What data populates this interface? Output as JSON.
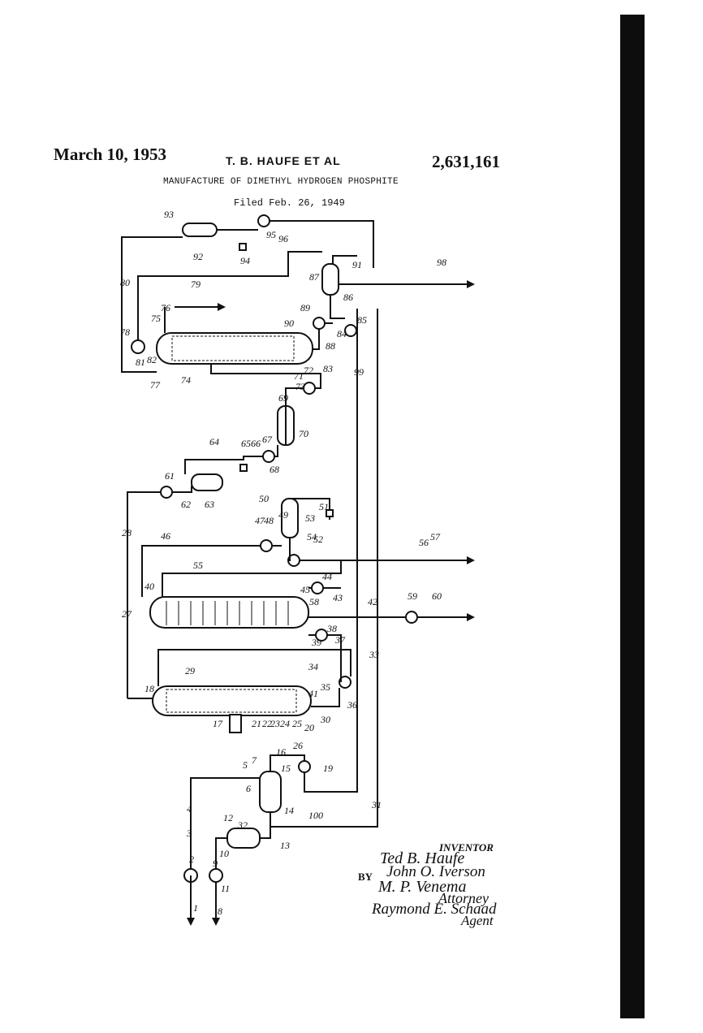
{
  "header": {
    "date": "March 10, 1953",
    "inventors_short": "T. B. HAUFE ET AL",
    "patent_number": "2,631,161",
    "title": "MANUFACTURE OF DIMETHYL HYDROGEN PHOSPHITE",
    "filed": "Filed Feb. 26, 1949"
  },
  "signature_block": {
    "inventor_label": "INVENTOR",
    "inventor_1": "Ted B. Haufe",
    "inventor_2": "John O. Iverson",
    "by_label": "BY",
    "attorney_name": "M. P. Venema",
    "attorney_label": "Attorney",
    "agent_name": "Raymond E. Schaad",
    "agent_label": "Agent"
  },
  "reference_numerals": [
    "1",
    "2",
    "3",
    "4",
    "5",
    "6",
    "7",
    "8",
    "9",
    "10",
    "11",
    "12",
    "13",
    "14",
    "15",
    "16",
    "17",
    "18",
    "19",
    "20",
    "21",
    "22",
    "23",
    "24",
    "25",
    "26",
    "27",
    "28",
    "29",
    "30",
    "31",
    "32",
    "33",
    "34",
    "35",
    "36",
    "37",
    "38",
    "39",
    "40",
    "41",
    "42",
    "43",
    "44",
    "45",
    "46",
    "47",
    "48",
    "49",
    "50",
    "51",
    "52",
    "53",
    "54",
    "55",
    "56",
    "57",
    "58",
    "59",
    "60",
    "61",
    "62",
    "63",
    "64",
    "65",
    "66",
    "67",
    "68",
    "69",
    "70",
    "71",
    "72",
    "73",
    "74",
    "75",
    "76",
    "77",
    "78",
    "79",
    "80",
    "81",
    "82",
    "83",
    "84",
    "85",
    "86",
    "87",
    "88",
    "89",
    "90",
    "91",
    "92",
    "93",
    "94",
    "95",
    "96",
    "98",
    "99",
    "100"
  ]
}
